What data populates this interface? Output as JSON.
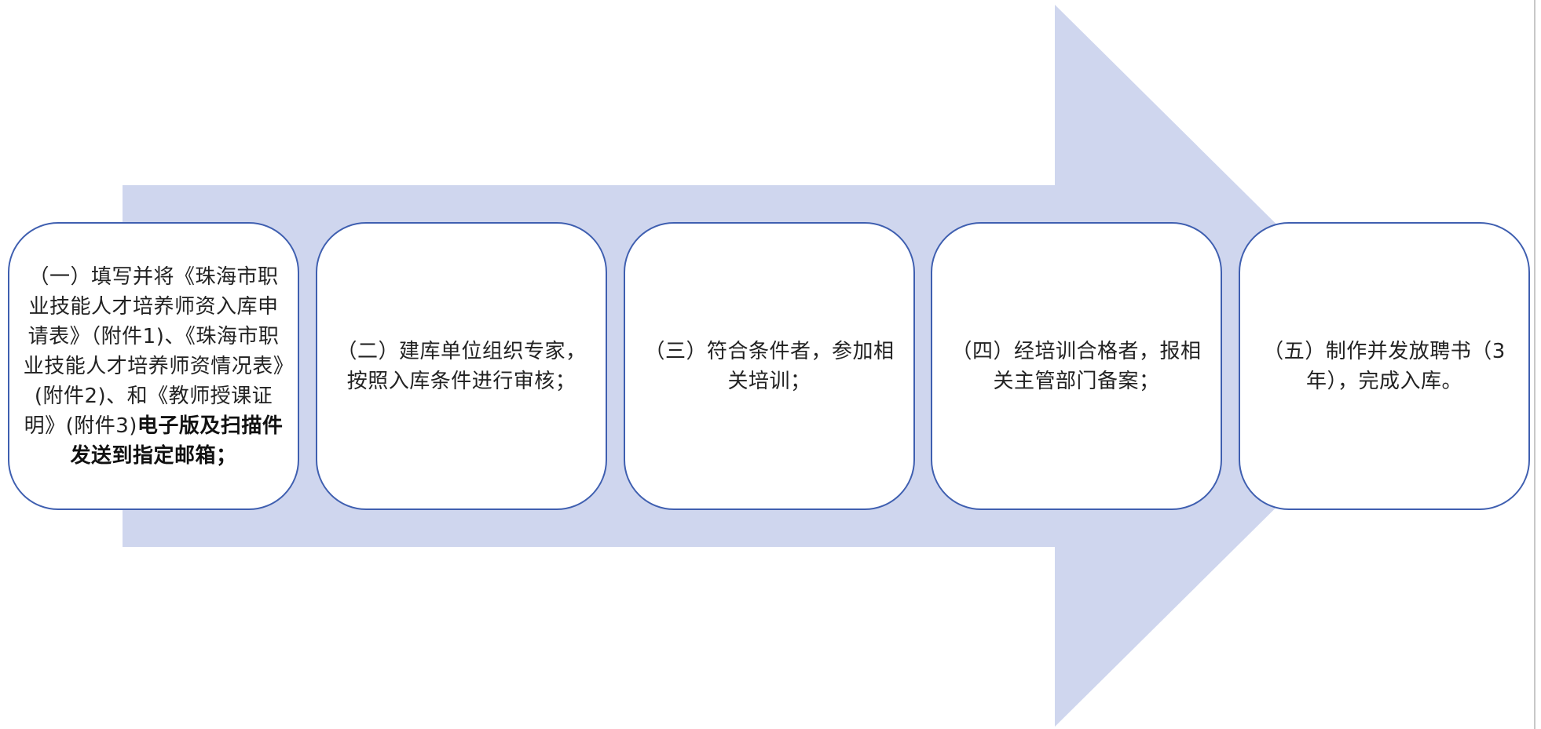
{
  "colors": {
    "arrow_fill": "#cfd6ee",
    "box_border": "#3f5fb0",
    "box_fill": "#ffffff",
    "text": "#222222"
  },
  "steps": [
    {
      "text": "（一）填写并将《珠海市职业技能人才培养师资入库申请表》（附件1)、《珠海市职业技能人才培养师资情况表》(附件2)、和《教师授课证明》(附件3)",
      "bold_text": "电子版及扫描件发送到指定邮箱；"
    },
    {
      "text": "（二）建库单位组织专家，按照入库条件进行审核；"
    },
    {
      "text": "（三）符合条件者，参加相关培训；"
    },
    {
      "text": "（四）经培训合格者，报相关主管部门备案；"
    },
    {
      "text": "（五）制作并发放聘书（3年），完成入库。"
    }
  ]
}
